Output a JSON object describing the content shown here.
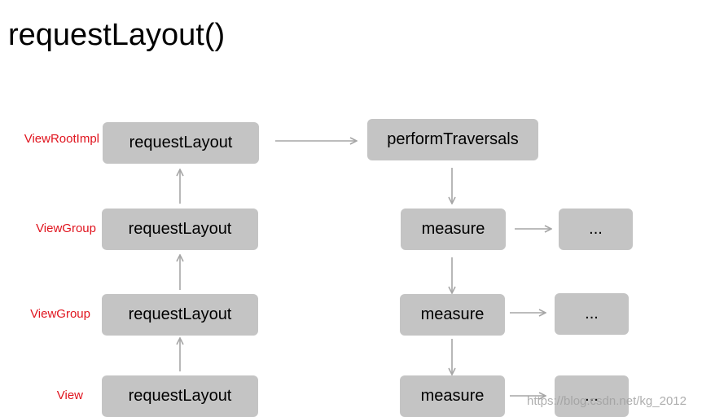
{
  "title": "requestLayout()",
  "labels": {
    "view_root_impl": "ViewRootImpl",
    "view_group_1": "ViewGroup",
    "view_group_2": "ViewGroup",
    "view": "View"
  },
  "left_boxes": {
    "box1": "requestLayout",
    "box2": "requestLayout",
    "box3": "requestLayout",
    "box4": "requestLayout"
  },
  "right_boxes": {
    "perform": "performTraversals",
    "measure1": "measure",
    "measure2": "measure",
    "measure3": "measure"
  },
  "ellipsis_boxes": {
    "e1": "...",
    "e2": "...",
    "e3": "..."
  },
  "watermark": "https://blog.csdn.net/kg_2012",
  "colors": {
    "box_fill": "#c4c4c4",
    "arrow": "#a6a6a6",
    "label_red": "#e0141e"
  }
}
